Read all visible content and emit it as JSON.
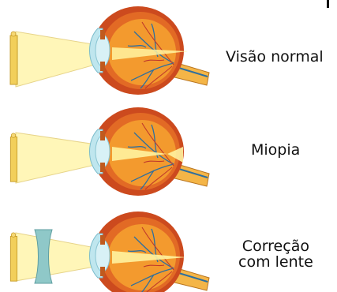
{
  "captions": {
    "normal": "Visão normal",
    "miopia": "Miopia",
    "correcao_line1": "Correção",
    "correcao_line2": "com lente"
  },
  "colors": {
    "sclera": "#cc4a1e",
    "retina": "#f39a2e",
    "cornea": "#bfe6ee",
    "lens": "#d8f1f6",
    "light_beam": "#fff6b8",
    "object": "#f2cf5a",
    "nerve": "#f4b547",
    "corrective_lens": "#8fc8c8",
    "vessel": "#2e6f9e"
  }
}
